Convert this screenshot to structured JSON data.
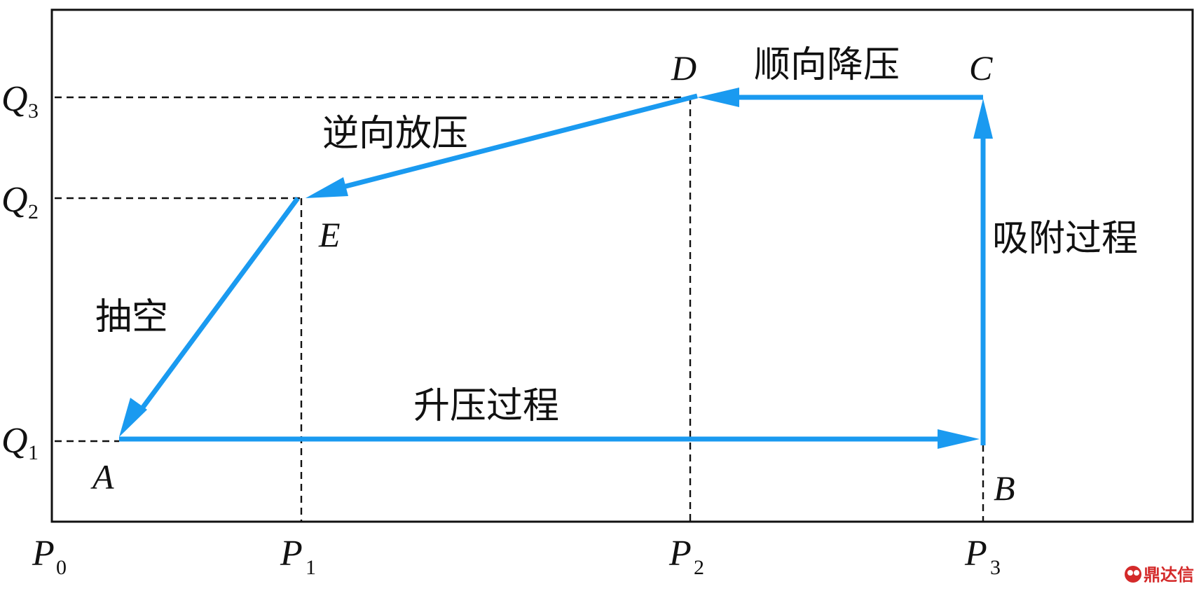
{
  "points": {
    "A": "A",
    "B": "B",
    "C": "C",
    "D": "D",
    "E": "E"
  },
  "y_axis": {
    "q1": {
      "main": "Q",
      "sub": "1"
    },
    "q2": {
      "main": "Q",
      "sub": "2"
    },
    "q3": {
      "main": "Q",
      "sub": "3"
    }
  },
  "x_axis": {
    "p0": {
      "main": "P",
      "sub": "0"
    },
    "p1": {
      "main": "P",
      "sub": "1"
    },
    "p2": {
      "main": "P",
      "sub": "2"
    },
    "p3": {
      "main": "P",
      "sub": "3"
    }
  },
  "processes": {
    "pressurization": "升压过程",
    "adsorption": "吸附过程",
    "cocurrent_depressurization": "顺向降压",
    "countercurrent_blowdown": "逆向放压",
    "evacuation": "抽空"
  },
  "watermark": {
    "logo_text": "鼎达信"
  },
  "colors": {
    "flow_line": "#1a9af0",
    "frame": "#111111",
    "watermark": "#d42a2a"
  }
}
